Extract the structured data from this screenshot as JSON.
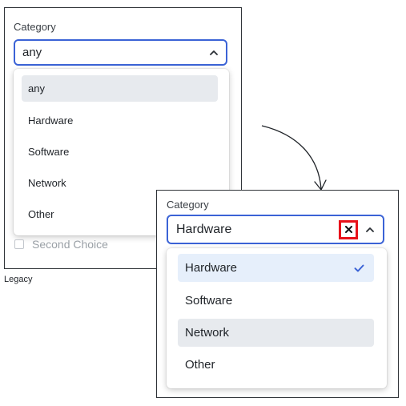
{
  "legacy": {
    "field_label": "Category",
    "selected_value": "any",
    "options": [
      {
        "label": "any",
        "highlighted": true
      },
      {
        "label": "Hardware",
        "highlighted": false
      },
      {
        "label": "Software",
        "highlighted": false
      },
      {
        "label": "Network",
        "highlighted": false
      },
      {
        "label": "Other",
        "highlighted": false
      }
    ],
    "second_choice_label": "Second Choice",
    "caption": "Legacy"
  },
  "redesign": {
    "field_label": "Category",
    "selected_value": "Hardware",
    "clear_icon": "close-icon",
    "options": [
      {
        "label": "Hardware",
        "selected": true,
        "highlighted": false
      },
      {
        "label": "Software",
        "selected": false,
        "highlighted": false
      },
      {
        "label": "Network",
        "selected": false,
        "highlighted": true
      },
      {
        "label": "Other",
        "selected": false,
        "highlighted": false
      }
    ]
  },
  "colors": {
    "accent": "#3b63d6",
    "highlight": "#e7eaee",
    "selected_bg": "#e6effb",
    "check": "#3b63d6",
    "clear_outline": "#e8111a"
  },
  "icons": {
    "chevron": "chevron-up-icon",
    "check": "check-icon",
    "arrow": "curved-arrow-icon"
  }
}
